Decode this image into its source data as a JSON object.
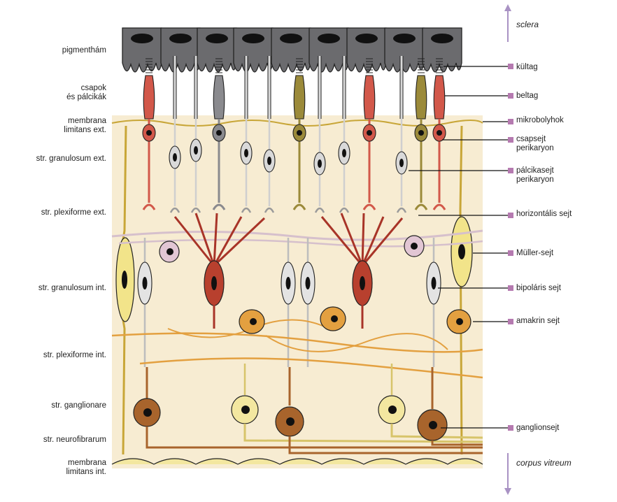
{
  "left_labels": [
    "pigmenthám",
    "csapok\nés pálcikák",
    "membrana\nlimitans ext.",
    "str. granulosum ext.",
    "str. plexiforme ext.",
    "str. granulosum int.",
    "str. plexiforme int.",
    "str. ganglionare",
    "str. neurofibrarum",
    "membrana\nlimitans int."
  ],
  "right_labels": [
    "kültag",
    "beltag",
    "mikrobolyhok",
    "csapsejt\nperikaryon",
    "pálcikasejt\nperikaryon",
    "horizontális sejt",
    "Müller-sejt",
    "bipoláris sejt",
    "amakrin sejt",
    "ganglionsejt"
  ],
  "axis": {
    "top": "sclera",
    "bottom": "corpus vitreum"
  },
  "colors": {
    "background": "#f7ecd2",
    "pigment": "#6b6b6e",
    "cone_red": "#d2584a",
    "cone_olive": "#9b8a3a",
    "cone_gray": "#8a8a8e",
    "rod": "#d9d9d9",
    "muller": "#f2e48a",
    "bipolar_red": "#a83428",
    "horizontal": "#e2c6d4",
    "amacrine": "#e3a040",
    "ganglion": "#a8642c",
    "ganglion_light": "#f3e7a0",
    "marker": "#b57ab0",
    "arrow": "#a992c4"
  }
}
